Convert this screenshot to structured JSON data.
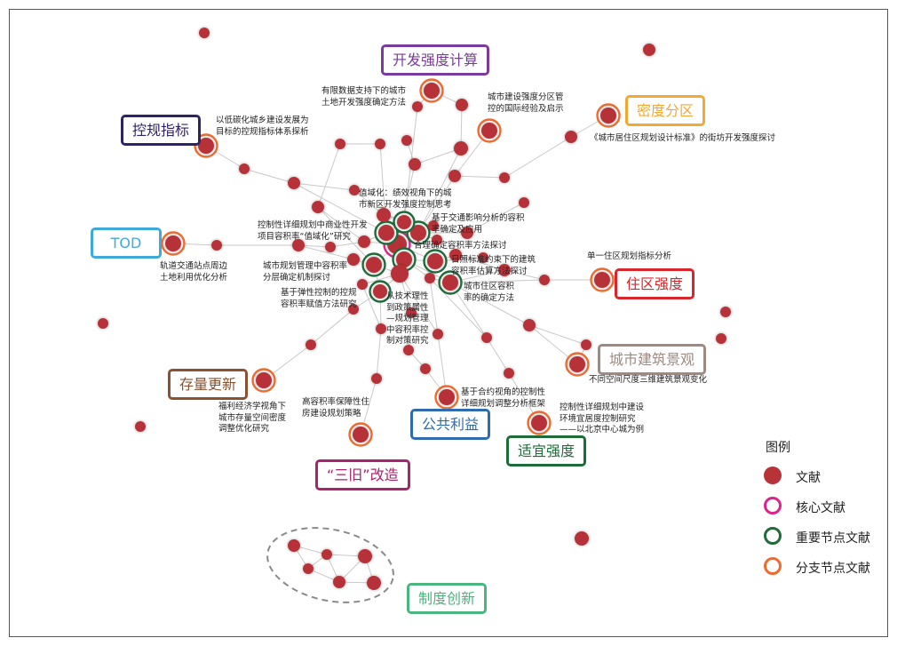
{
  "categories": [
    {
      "id": "kaifa",
      "text": "开发强度计算",
      "color": "#7b3a9c"
    },
    {
      "id": "kongui",
      "text": "控规指标",
      "color": "#2d2466"
    },
    {
      "id": "midu",
      "text": "密度分区",
      "color": "#f2a933"
    },
    {
      "id": "tod",
      "text": "TOD",
      "color": "#3fa9dc"
    },
    {
      "id": "zhuqu",
      "text": "住区强度",
      "color": "#d8262a"
    },
    {
      "id": "chengshi",
      "text": "城市建筑景观",
      "color": "#9e8a80"
    },
    {
      "id": "cunliang",
      "text": "存量更新",
      "color": "#8a5230"
    },
    {
      "id": "gonggong",
      "text": "公共利益",
      "color": "#2f6cae"
    },
    {
      "id": "shiyi",
      "text": "适宜强度",
      "color": "#1e6b3a"
    },
    {
      "id": "sanjiu",
      "text": "“三旧”改造",
      "color": "#a6246b"
    },
    {
      "id": "zhidu",
      "text": "制度创新",
      "color": "#4ab57e"
    }
  ],
  "labels": [
    {
      "id": "l1",
      "lines": [
        "有限数据支持下的城市",
        "土地开发强度确定方法"
      ]
    },
    {
      "id": "l2",
      "lines": [
        "城市建设强度分区管",
        "控的国际经验及启示"
      ]
    },
    {
      "id": "l3",
      "lines": [
        "以低碳化城乡建设发展为",
        "目标的控规指标体系探析"
      ]
    },
    {
      "id": "l4",
      "lines": [
        "《城市居住区规划设计标准》的街坊开发强度探讨"
      ]
    },
    {
      "id": "l5",
      "lines": [
        "值域化：绩效视角下的城",
        "市新区开发强度控制思考"
      ]
    },
    {
      "id": "l6",
      "lines": [
        "基于交通影响分析的容积",
        "率确定及应用"
      ]
    },
    {
      "id": "l7",
      "lines": [
        "控制性详细规划中商业性开发",
        "项目容积率“值域化”研究"
      ]
    },
    {
      "id": "l8",
      "lines": [
        "合理确定容积率方法探讨"
      ]
    },
    {
      "id": "l9",
      "lines": [
        "日照标准约束下的建筑",
        "容积率估算方法探讨"
      ]
    },
    {
      "id": "l10",
      "lines": [
        "城市规划管理中容积率",
        "分层确定机制探讨"
      ]
    },
    {
      "id": "l11",
      "lines": [
        "城市住区容积",
        "率的确定方法"
      ]
    },
    {
      "id": "l12",
      "lines": [
        "基于弹性控制的控规",
        "容积率赋值方法研究"
      ]
    },
    {
      "id": "l13",
      "lines": [
        "从技术理性",
        "到政策属性",
        "—规划管理",
        "中容积率控",
        "制对策研究"
      ]
    },
    {
      "id": "l14",
      "lines": [
        "轨道交通站点周边",
        "土地利用优化分析"
      ]
    },
    {
      "id": "l15",
      "lines": [
        "单一住区规划指标分析"
      ]
    },
    {
      "id": "l16",
      "lines": [
        "不同空间尺度三维建筑景观变化"
      ]
    },
    {
      "id": "l17",
      "lines": [
        "基于合约视角的控制性",
        "详细规划调整分析框架"
      ]
    },
    {
      "id": "l18",
      "lines": [
        "高容积率保障性住",
        "房建设规划策略"
      ]
    },
    {
      "id": "l19",
      "lines": [
        "福利经济学视角下",
        "城市存量空间密度",
        "调整优化研究"
      ]
    },
    {
      "id": "l20",
      "lines": [
        "控制性详细规划中建设",
        "环境宜居度控制研究",
        "——以北京中心城为例"
      ]
    }
  ],
  "legend": {
    "title": "图例",
    "items": [
      {
        "text": "文献",
        "kind": "dot"
      },
      {
        "text": "核心文献",
        "kind": "core"
      },
      {
        "text": "重要节点文献",
        "kind": "important"
      },
      {
        "text": "分支节点文献",
        "kind": "branch"
      }
    ]
  },
  "colors": {
    "node": "#b73337",
    "core": "#e0228f",
    "important": "#1f6b3a",
    "branch": "#ef6a2e",
    "edge": "#c9c9c9",
    "cluster_dash": "#8a8a8a"
  }
}
